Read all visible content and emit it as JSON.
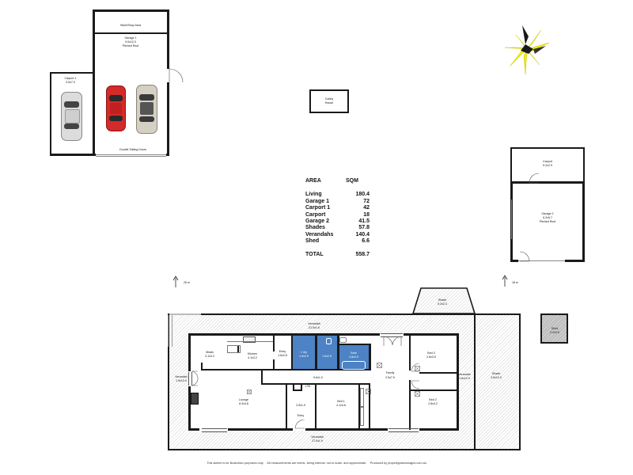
{
  "buildings": {
    "garage1": {
      "area_label": "Work/Shop Area",
      "title": "Garage 1",
      "dims": "9.0x12.0",
      "note": "Pitched Roof",
      "door_label": "Double Sliding Doors"
    },
    "carport1": {
      "title": "Carport 1",
      "dims": "3.5x7.0"
    },
    "cubby": {
      "line1": "Cubby",
      "line2": "House"
    },
    "carport": {
      "title": "Carport",
      "dims": "5.2x2.9"
    },
    "garage2": {
      "title": "Garage 2",
      "dims": "6.2x6.7",
      "note": "Pitched Roof"
    },
    "shed": {
      "title": "Shed",
      "dims": "2.2x3.0"
    }
  },
  "area_table": {
    "header": {
      "area": "AREA",
      "sqm": "SQM"
    },
    "rows": [
      {
        "name": "Living",
        "value": "180.4"
      },
      {
        "name": "Garage 1",
        "value": "72"
      },
      {
        "name": "Carport 1",
        "value": "42"
      },
      {
        "name": "Carport",
        "value": "18"
      },
      {
        "name": "Garage 2",
        "value": "41.5"
      },
      {
        "name": "Shades",
        "value": "57.8"
      },
      {
        "name": "Verandahs",
        "value": "140.4"
      },
      {
        "name": "Shed",
        "value": "6.6"
      }
    ],
    "total": {
      "name": "TOTAL",
      "value": "558.7"
    }
  },
  "distances": {
    "left": "25 m",
    "right": "16 m"
  },
  "rooms": {
    "verandah_top": {
      "name": "Verandah",
      "dims": "21.0x1.6"
    },
    "meals": {
      "name": "Meals",
      "dims": "3.1x3.2"
    },
    "kitchen": {
      "name": "Kitchen",
      "dims": "4.1x3.2"
    },
    "entry_top": {
      "name": "Entry",
      "dims": "1.6x2.8"
    },
    "laundry": {
      "name": "L'dry",
      "dims": "1.9x2.9"
    },
    "wc": {
      "name": "",
      "dims": "1.9x2.9"
    },
    "bath": {
      "name": "Bath",
      "dims": "2.8x2.9"
    },
    "family": {
      "name": "Family",
      "dims": "2.5x7.9"
    },
    "bed3": {
      "name": "Bed 3",
      "dims": "2.8x3.5"
    },
    "bed2": {
      "name": "Bed 2",
      "dims": "2.8x4.2"
    },
    "bed1": {
      "name": "Bed 1",
      "dims": "4.1x3.8"
    },
    "lounge": {
      "name": "Lounge",
      "dims": "8.3x4.8"
    },
    "hall": {
      "dims": "9.6x1.0"
    },
    "entry": {
      "name": "Entry",
      "dims": "2.5x1.9"
    },
    "linen": {
      "name": "L'IN"
    },
    "verandah_left": {
      "name": "Verandah",
      "dims": "1.9x13.0"
    },
    "verandah_right": {
      "name": "Verandah",
      "dims": "1.6x12.0"
    },
    "verandah_bottom": {
      "name": "Verandah",
      "dims": "27.0x1.9"
    },
    "shade_top": {
      "name": "Shade",
      "dims": "5.3x2.3"
    },
    "shade_right": {
      "name": "Shade",
      "dims": "3.5x12.0"
    }
  },
  "disclaimer": "This sketch is for illustration purposes only.    All measurements are metric, being internal, not to scale, and approximate.    Produced by propertyplansimages.com.au",
  "colors": {
    "wall": "#1a1a1a",
    "wet_area": "#4d82c4",
    "compass": "#f2ee00",
    "hatch": "#e6e6e6"
  },
  "icons": [
    "compass-icon",
    "north-arrow-icon",
    "car-icon",
    "fireplace-icon"
  ]
}
